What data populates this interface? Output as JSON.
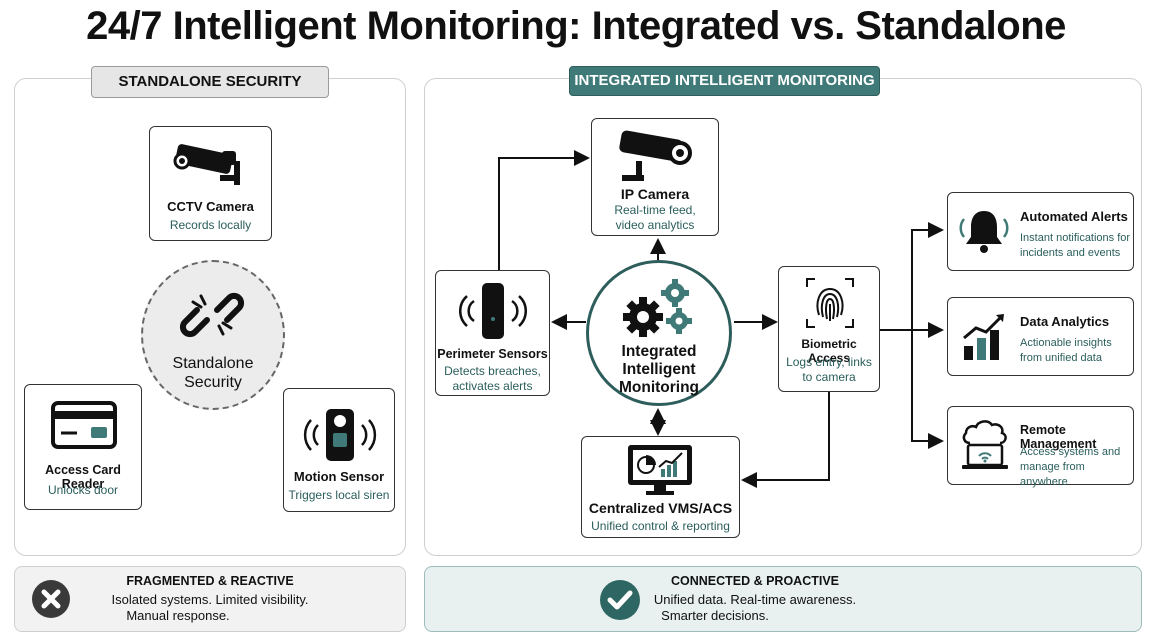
{
  "title": "24/7 Intelligent Monitoring: Integrated vs. Standalone",
  "standalone": {
    "tab_label": "STANDALONE SECURITY",
    "center_label": "Standalone Security",
    "cards": {
      "cctv": {
        "title": "CCTV Camera",
        "desc": "Records locally",
        "icon": "cctv-camera-icon"
      },
      "access": {
        "title": "Access Card Reader",
        "desc": "Unlocks door",
        "icon": "access-card-icon"
      },
      "motion": {
        "title": "Motion Sensor",
        "desc": "Triggers local siren",
        "icon": "motion-sensor-icon"
      }
    }
  },
  "integrated": {
    "tab_label": "INTEGRATED INTELLIGENT MONITORING",
    "hub_label": "Integrated Intelligent Monitoring",
    "cards": {
      "ipcam": {
        "title": "IP Camera",
        "desc": "Real-time feed, video analytics",
        "icon": "ip-camera-icon"
      },
      "perimeter": {
        "title": "Perimeter Sensors",
        "desc": "Detects breaches, activates alerts",
        "icon": "perimeter-sensor-icon"
      },
      "biometric": {
        "title": "Biometric Access",
        "desc": "Logs entry, links to camera",
        "icon": "fingerprint-icon"
      },
      "vms": {
        "title": "Centralized VMS/ACS",
        "desc": "Unified control & reporting",
        "icon": "monitor-icon"
      },
      "alerts": {
        "title": "Automated Alerts",
        "desc": "Instant notifications for incidents and events",
        "icon": "bell-icon"
      },
      "analytics": {
        "title": "Data Analytics",
        "desc": "Actionable insights from unified data",
        "icon": "bar-chart-icon"
      },
      "remote": {
        "title": "Remote Management",
        "desc": "Access systems and manage from anywhere",
        "icon": "cloud-laptop-icon"
      }
    }
  },
  "footer": {
    "left": {
      "title": "FRAGMENTED & REACTIVE",
      "line1": "Isolated systems. Limited visibility.",
      "line2": "Manual response.",
      "icon": "x-circle-icon"
    },
    "right": {
      "title": "CONNECTED & PROACTIVE",
      "line1": "Unified data. Real-time awareness.",
      "line2": "Smarter decisions.",
      "icon": "check-circle-icon"
    }
  },
  "colors": {
    "teal": "#3f7a78",
    "teal_text": "#2a5e5c",
    "panel_border": "#cfcfcf",
    "grey_tab": "#e6e6e6"
  }
}
